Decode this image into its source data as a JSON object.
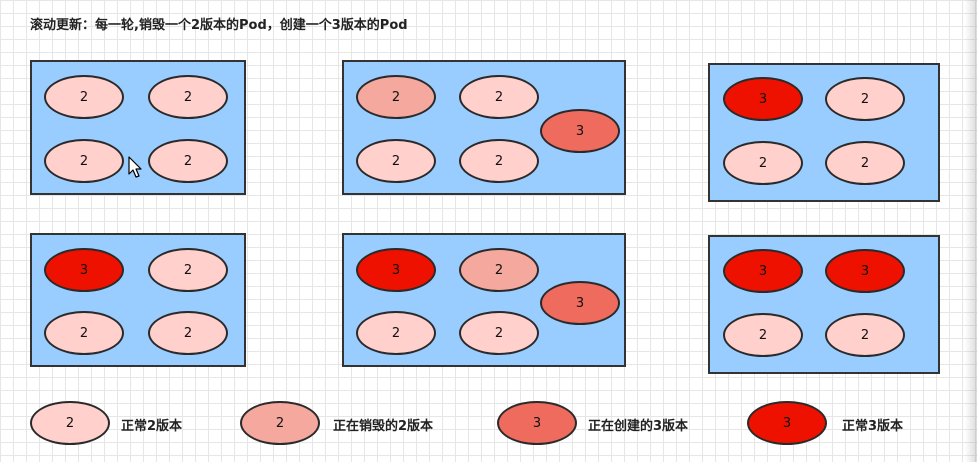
{
  "title": "滚动更新：每一轮,销毁一个2版本的Pod，创建一个3版本的Pod",
  "pods": {
    "b1": [
      "2",
      "2",
      "2",
      "2"
    ],
    "b2": [
      "2",
      "2",
      "3",
      "2",
      "2"
    ],
    "b3": [
      "3",
      "2",
      "2",
      "2"
    ],
    "b4": [
      "3",
      "2",
      "2",
      "2"
    ],
    "b5": [
      "3",
      "2",
      "3",
      "2",
      "2"
    ],
    "b6": [
      "3",
      "3",
      "2",
      "2"
    ]
  },
  "legend": [
    {
      "pod": "2",
      "label": "正常2版本"
    },
    {
      "pod": "2",
      "label": "正在销毁的2版本"
    },
    {
      "pod": "3",
      "label": "正在创建的3版本"
    },
    {
      "pod": "3",
      "label": "正常3版本"
    }
  ],
  "colors": {
    "box": "#99ccff",
    "normal_v2": "#ffd0cc",
    "destroying_v2": "#f4a89e",
    "creating_v3": "#ee6b5e",
    "normal_v3": "#ee1100"
  }
}
